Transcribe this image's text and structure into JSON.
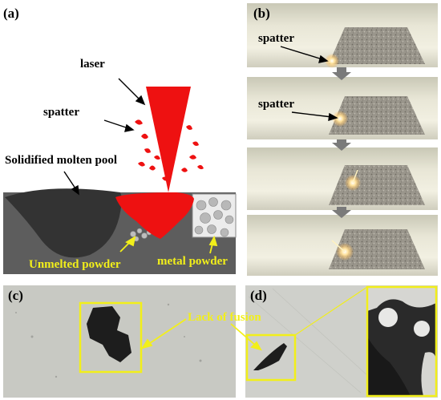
{
  "panels": {
    "a": {
      "label": "(a)",
      "laser": "laser",
      "spatter": "spatter",
      "pool": "Solidified molten pool",
      "unmelted": "Unmelted powder",
      "metal": "metal powder"
    },
    "b": {
      "label": "(b)",
      "spatter_1": "spatter",
      "spatter_2": "spatter"
    },
    "c": {
      "label": "(c)"
    },
    "d": {
      "label": "(d)"
    },
    "lack_of_fusion": "Lack of fusion"
  },
  "colors": {
    "laser": "#ee1111",
    "pool": "#3a3a3a",
    "substrate": "#5d5d5d",
    "powder": "#b8b8b8",
    "highlight": "#f2ef1a",
    "micrograph_bg": "#c8c9c3"
  }
}
